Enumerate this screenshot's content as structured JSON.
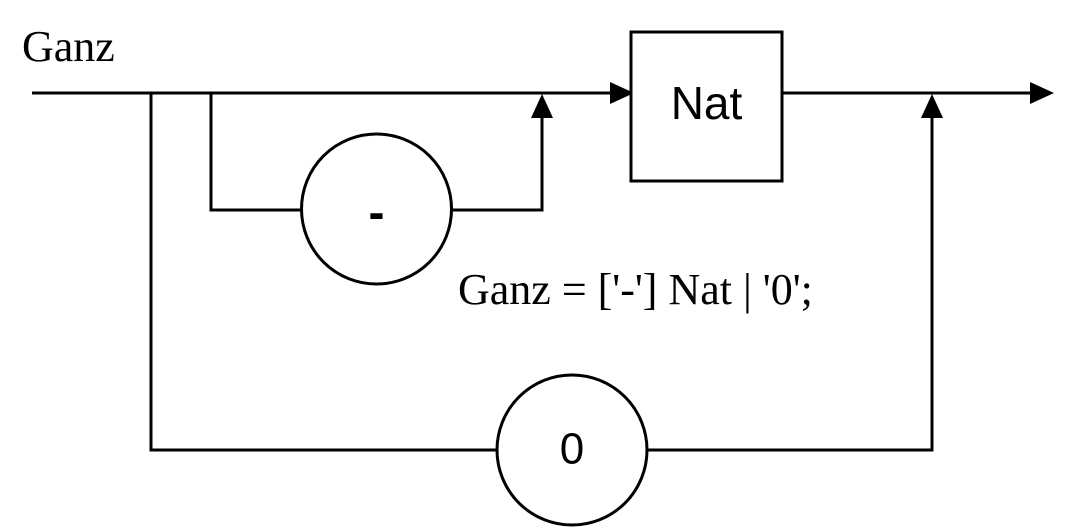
{
  "diagram": {
    "title": "Ganz",
    "nonterminal": "Nat",
    "terminal_minus": "-",
    "terminal_zero": "0",
    "grammar_rule": "Ganz = ['-'] Nat | '0';"
  },
  "colors": {
    "stroke": "#000000",
    "background": "#ffffff"
  }
}
